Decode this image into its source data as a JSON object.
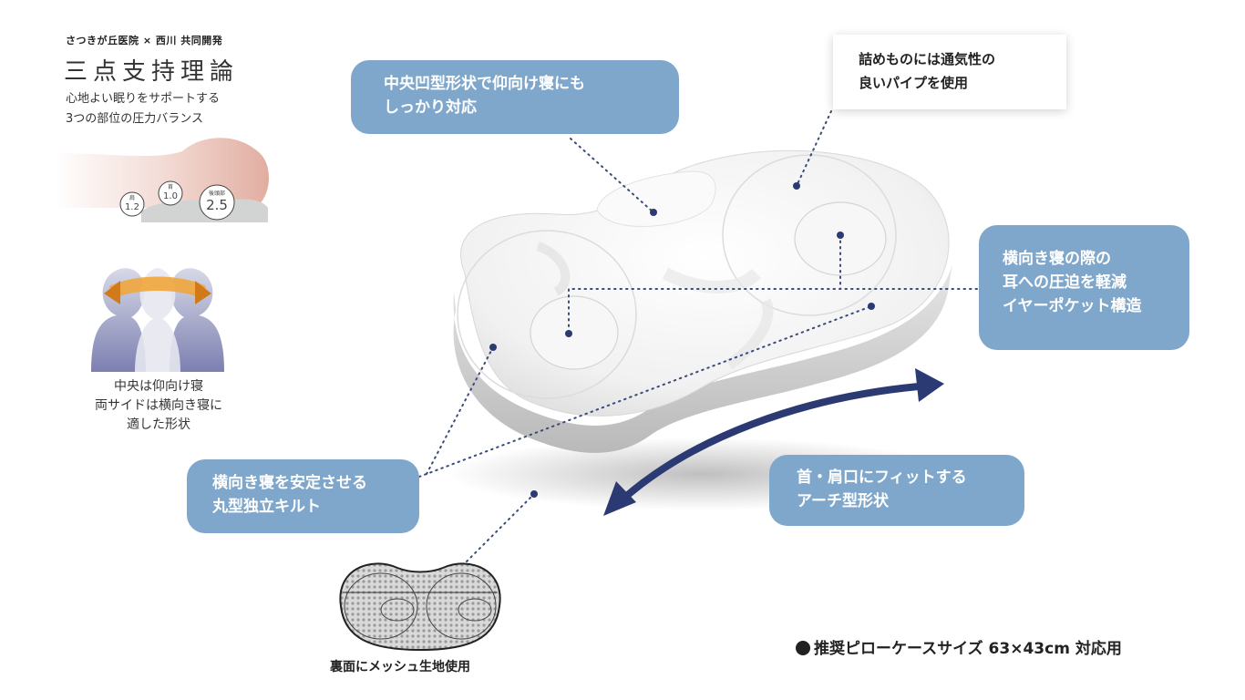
{
  "intro": {
    "credit": "さつきが丘医院 × 西川 共同開発",
    "theory_title": "三点支持理論",
    "theory_desc": [
      "心地よい眠りをサポートする",
      "3つの部位の圧力バランス"
    ],
    "pressure_labels": [
      {
        "part": "肩",
        "value": "1.2"
      },
      {
        "part": "首",
        "value": "1.0"
      },
      {
        "part": "後頭部",
        "value": "2.5"
      }
    ]
  },
  "posture_desc": [
    "中央は仰向け寝",
    "両サイドは横向き寝に",
    "適した形状"
  ],
  "features": {
    "center_dent": [
      "中央凹型形状で仰向け寝にも",
      "しっかり対応"
    ],
    "pipe_filling": [
      "詰めものには通気性の",
      "良いパイプを使用"
    ],
    "ear_pocket": [
      "横向き寝の際の",
      "耳への圧迫を軽減",
      "イヤーポケット構造"
    ],
    "round_quilt": [
      "横向き寝を安定させる",
      "丸型独立キルト"
    ],
    "arch_shape": [
      "首・肩口にフィットする",
      "アーチ型形状"
    ]
  },
  "mesh_caption": "裏面にメッシュ生地使用",
  "size_note": "推奨ピローケースサイズ 63×43cm 対応用",
  "colors": {
    "bubble": "#7fa7cb",
    "dotted_line": "#3a4a7a",
    "arrow": "#2b3a73",
    "pressure_pink": "#e8bdb3",
    "posture_blue": "#8d8fb8",
    "posture_orange": "#f0a63c"
  }
}
